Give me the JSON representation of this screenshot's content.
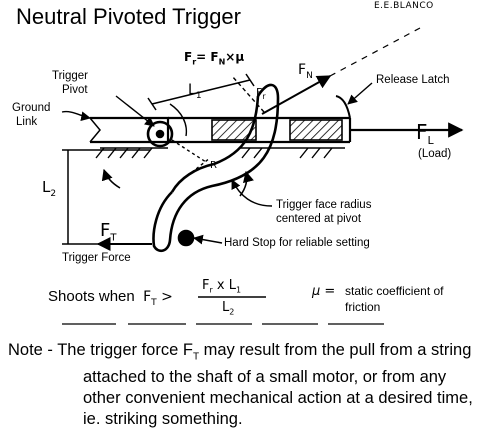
{
  "title": "Neutral Pivoted Trigger",
  "author": "E.E.BLANCO",
  "labels": {
    "trigger_pivot_1": "Trigger",
    "trigger_pivot_2": "Pivot",
    "ground_link_1": "Ground",
    "ground_link_2": "Link",
    "release_latch": "Release Latch",
    "load_symbol": "F",
    "load_subscript": "L",
    "load_text": "(Load)",
    "trigger_face": "Trigger face radius",
    "centered_pivot": "centered at pivot",
    "hard_stop": "Hard Stop for reliable setting",
    "trigger_force": "Trigger Force",
    "ft_symbol": "F",
    "ft_subscript": "T",
    "l1": "L",
    "l1_sub": "1",
    "l2": "L",
    "l2_sub": "2",
    "fn": "F",
    "fn_sub": "N",
    "fr": "F",
    "fr_sub": "r",
    "fr_equation": "F",
    "fr_eq_sub": "r",
    "fr_eq_rest": "= F",
    "fr_eq_sub2": "N",
    "fr_eq_mu": "×μ",
    "radius_r": "R"
  },
  "formula": {
    "shoots_when": "Shoots when",
    "lhs": "F",
    "lhs_sub": "T",
    "gt": ">",
    "numerator_a": "F",
    "numerator_a_sub": "r",
    "numerator_op": "x L",
    "numerator_b_sub": "1",
    "denominator": "L",
    "denominator_sub": "2",
    "mu_symbol": "μ =",
    "mu_definition": "static coefficient of friction"
  },
  "note": {
    "prefix": "Note - ",
    "text_a": "The trigger force F",
    "text_sub": "T",
    "text_b": " may result from the pull from a string attached to the shaft of a small motor, or from any other convenient mechanical action at a desired time, ie. striking something."
  }
}
